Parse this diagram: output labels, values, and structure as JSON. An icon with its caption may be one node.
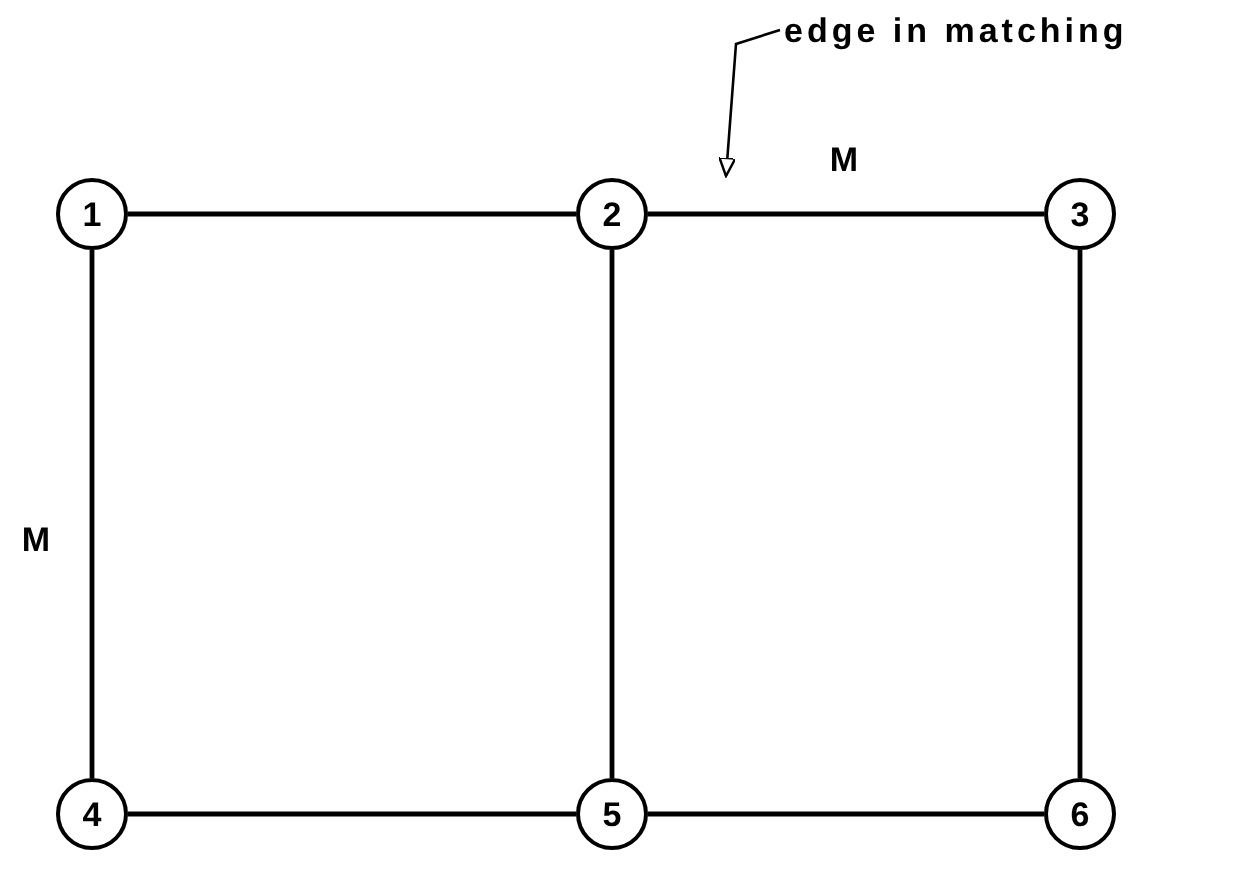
{
  "diagram": {
    "nodes": [
      {
        "text": [
          "1"
        ]
      },
      {
        "text": [
          "2"
        ]
      },
      {
        "text": [
          "3"
        ]
      },
      {
        "text": [
          "4"
        ]
      },
      {
        "text": [
          "5"
        ]
      },
      {
        "text": [
          "6"
        ]
      },
      {
        "text": [
          "edge in matching"
        ]
      }
    ],
    "edges": [
      {
        "from": 0,
        "to": 1,
        "arrow": "none"
      },
      {
        "from": 1,
        "to": 2,
        "arrow": "none",
        "label": "M"
      },
      {
        "from": 0,
        "to": 3,
        "arrow": "none",
        "label": "M"
      },
      {
        "from": 1,
        "to": 4,
        "arrow": "none"
      },
      {
        "from": 2,
        "to": 5,
        "arrow": "none"
      },
      {
        "from": 3,
        "to": 4,
        "arrow": "none"
      },
      {
        "from": 4,
        "to": 5,
        "arrow": "none"
      },
      {
        "from": 6,
        "to": null,
        "arrow": "to"
      }
    ]
  }
}
